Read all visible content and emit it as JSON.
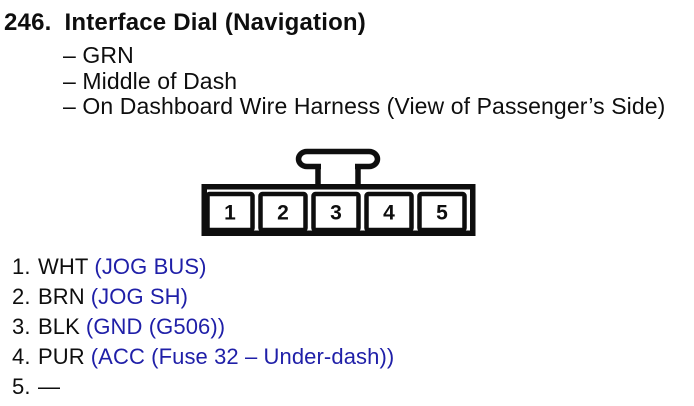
{
  "colors": {
    "ink": "#0e0e0e",
    "signal_blue": "#1f1fa8",
    "background": "#ffffff"
  },
  "header": {
    "number": "246.",
    "title": "Interface Dial (Navigation)"
  },
  "details": {
    "items": [
      "– GRN",
      "– Middle of Dash",
      "– On Dashboard Wire Harness (View of Passenger’s Side)"
    ]
  },
  "connector": {
    "pin_labels": [
      "1",
      "2",
      "3",
      "4",
      "5"
    ]
  },
  "pins": [
    {
      "number": "1.",
      "wire_color": "WHT",
      "signal": "(JOG BUS)"
    },
    {
      "number": "2.",
      "wire_color": "BRN",
      "signal": "(JOG SH)"
    },
    {
      "number": "3.",
      "wire_color": "BLK",
      "signal": "(GND (G506))"
    },
    {
      "number": "4.",
      "wire_color": "PUR",
      "signal": "(ACC (Fuse 32 – Under-dash))"
    },
    {
      "number": "5.",
      "wire_color": "—",
      "signal": ""
    }
  ]
}
